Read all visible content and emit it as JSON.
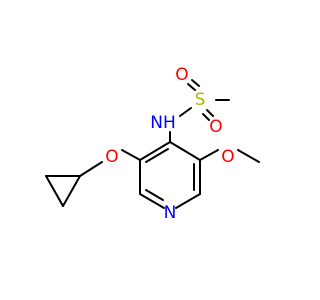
{
  "colors": {
    "bond": "#000000",
    "oxygen": "#ff0000",
    "nitrogen": "#0000ff",
    "sulfur": "#b2b200",
    "background": "#ffffff"
  },
  "atoms": {
    "sulfonyl_o_top": "O",
    "sulfonyl_o_bottom": "O",
    "sulfur": "S",
    "amide_nh": "NH",
    "ether_o": "O",
    "methoxy_o": "O",
    "ring_n": "N"
  }
}
